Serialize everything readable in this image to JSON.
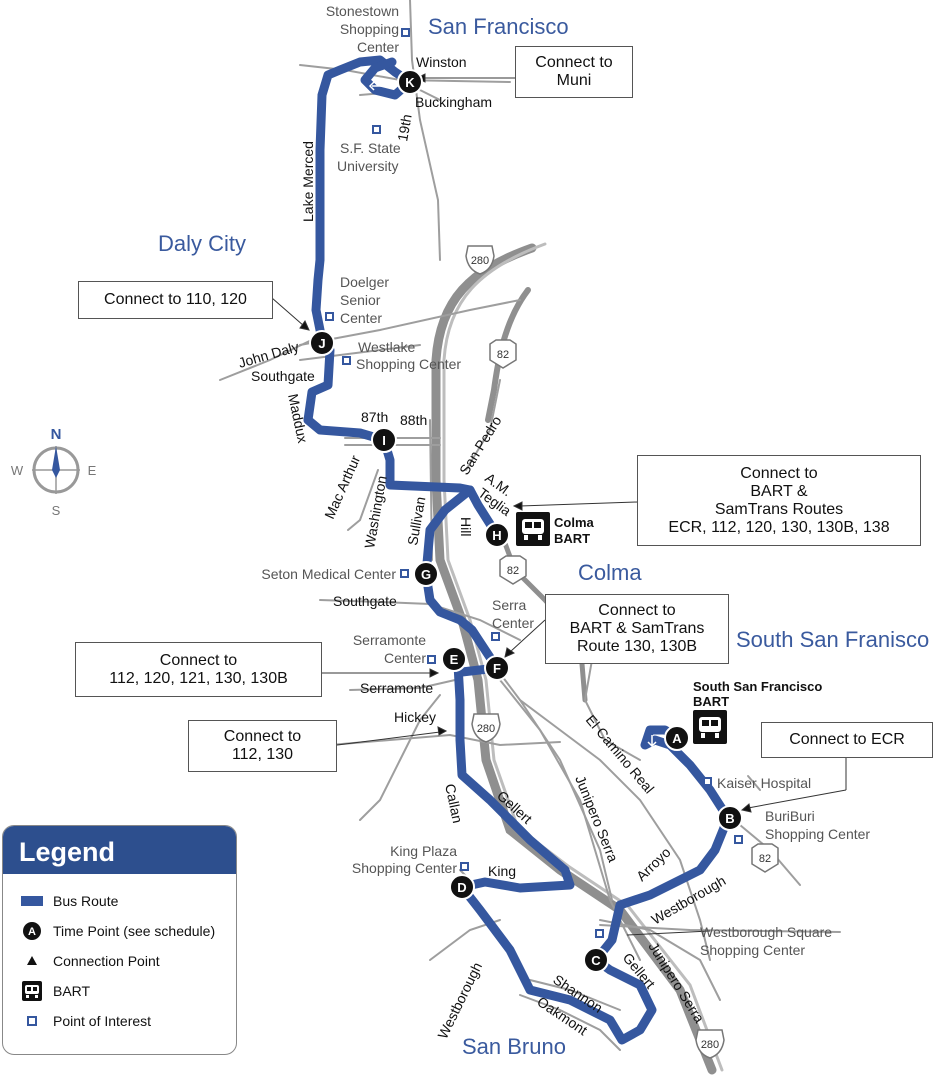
{
  "cities": {
    "san_francisco": "San Francisco",
    "daly_city": "Daly City",
    "colma": "Colma",
    "south_san_francisco": "South San Franisco",
    "san_bruno": "San Bruno"
  },
  "compass": {
    "n": "N",
    "s": "S",
    "e": "E",
    "w": "W"
  },
  "streets": {
    "winston": "Winston",
    "buckingham": "Buckingham",
    "nineteenth": "19th",
    "lake_merced": "Lake Merced",
    "john_daly": "John Daly",
    "southgate_north": "Southgate",
    "maddux": "Maddux",
    "eighty_seventh": "87th",
    "eighty_eighth": "88th",
    "mac_arthur": "Mac Arthur",
    "washington": "Washington",
    "san_pedro": "San Pedro",
    "am_teglia_1": "A.M.",
    "am_teglia_2": "Teglia",
    "hill": "Hill",
    "sullivan": "Sullivan",
    "southgate_south": "Southgate",
    "serramonte": "Serramonte",
    "hickey": "Hickey",
    "callan": "Callan",
    "gellert_north": "Gellert",
    "king": "King",
    "junipero_serra_north": "Junipero Serra",
    "el_camino_real": "El Camino Real",
    "arroyo": "Arroyo",
    "westborough_east": "Westborough",
    "westborough_west": "Westborough",
    "shannon": "Shannon",
    "oakmont": "Oakmont",
    "gellert_south": "Gellert",
    "junipero_serra_south": "Junipero Serra"
  },
  "highways": {
    "i280_north": "280",
    "sr82_north": "82",
    "sr82_colma": "82",
    "i280_mid": "280",
    "sr82_south": "82",
    "i280_south": "280"
  },
  "pois": {
    "stonestown_1": "Stonestown",
    "stonestown_2": "Shopping",
    "stonestown_3": "Center",
    "sfsu_1": "S.F. State",
    "sfsu_2": "University",
    "doelger_1": "Doelger",
    "doelger_2": "Senior",
    "doelger_3": "Center",
    "westlake_1": "Westlake",
    "westlake_2": "Shopping Center",
    "seton": "Seton Medical Center",
    "serra_1": "Serra",
    "serra_2": "Center",
    "serramonte_1": "Serramonte",
    "serramonte_2": "Center",
    "king_plaza_1": "King Plaza",
    "king_plaza_2": "Shopping Center",
    "kaiser": "Kaiser Hospital",
    "buriburi_1": "BuriBuri",
    "buriburi_2": "Shopping Center",
    "westborough_sq_1": "Westborough Square",
    "westborough_sq_2": "Shopping Center"
  },
  "time_points": [
    "A",
    "B",
    "C",
    "D",
    "E",
    "F",
    "G",
    "H",
    "I",
    "J",
    "K"
  ],
  "bart": {
    "colma_1": "Colma",
    "colma_2": "BART",
    "ssf_1": "South San Francisco",
    "ssf_2": "BART"
  },
  "connections": {
    "muni": "Connect to\nMuni",
    "j": "Connect to 110, 120",
    "h": "Connect to\nBART &\nSamTrans Routes\nECR, 112, 120, 130, 130B, 138",
    "f": "Connect to\nBART & SamTrans\nRoute 130, 130B",
    "e": "Connect to\n112, 120, 121, 130, 130B",
    "hickey": "Connect to\n112, 130",
    "b": "Connect to ECR"
  },
  "legend": {
    "title": "Legend",
    "bus_route": "Bus Route",
    "time_point": "Time Point (see schedule)",
    "time_point_symbol": "A",
    "connection_point": "Connection Point",
    "bart": "BART",
    "poi": "Point of Interest"
  },
  "colors": {
    "route": "#35579f",
    "city_text": "#3a5a9e",
    "road": "#9a9a9a",
    "freeway": "#8c8c8c",
    "poi_marker": "#35579f",
    "legend_header": "#2d4f8e"
  }
}
